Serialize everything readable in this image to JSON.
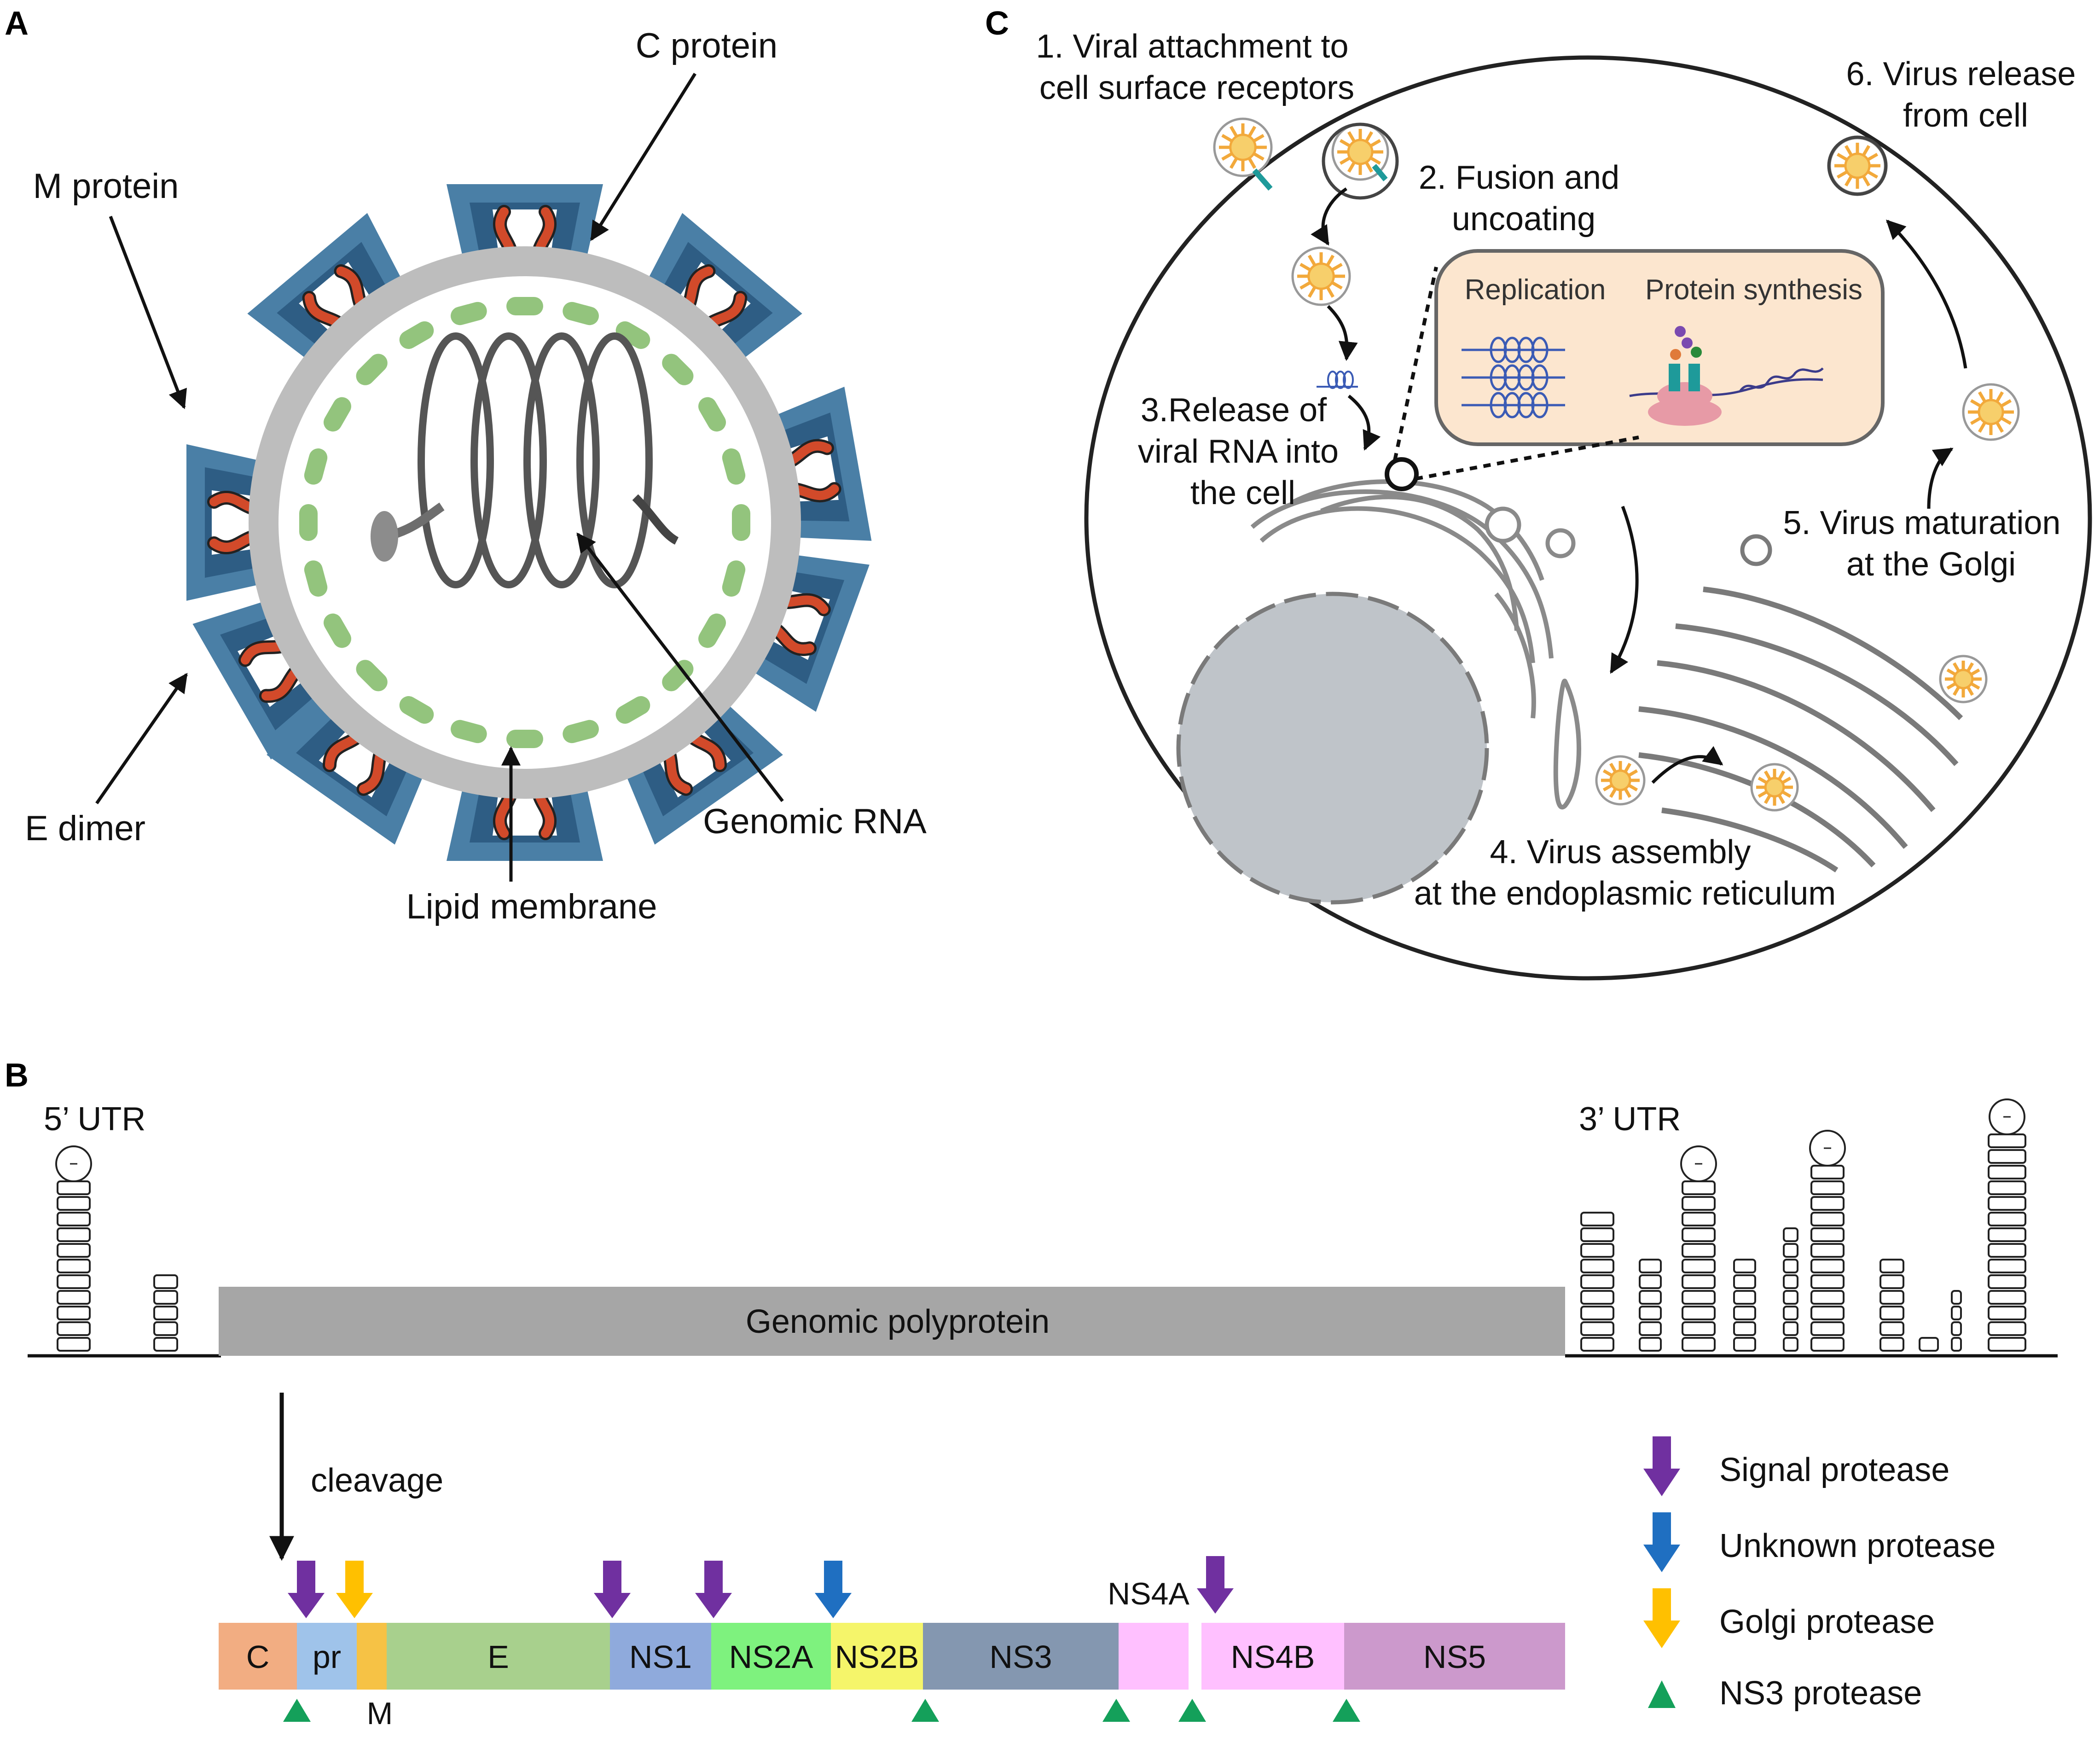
{
  "panel_a": {
    "letter": "A",
    "labels": {
      "c_protein": "C protein",
      "m_protein": "M protein",
      "e_dimer": "E dimer",
      "lipid_membrane": "Lipid membrane",
      "genomic_rna": "Genomic RNA"
    },
    "colors": {
      "e_protein": "#4a7fa6",
      "e_protein_dark": "#2e5d84",
      "m_protein": "#d24a2a",
      "membrane": "#bdbdbd",
      "capsid": "#93c47d",
      "rna": "#6e6e6e"
    }
  },
  "panel_b": {
    "letter": "B",
    "utr5": "5’ UTR",
    "utr3": "3’ UTR",
    "polyprotein": "Genomic polyprotein",
    "cleavage": "cleavage",
    "ns4a": "NS4A",
    "m_label": "M",
    "segments": [
      {
        "label": "C",
        "color": "#f2ad82"
      },
      {
        "label": "pr",
        "color": "#9fc3ea"
      },
      {
        "label": "",
        "color": "#f6c245"
      },
      {
        "label": "E",
        "color": "#a8d08d"
      },
      {
        "label": "NS1",
        "color": "#8faadc"
      },
      {
        "label": "NS2A",
        "color": "#7ef27e"
      },
      {
        "label": "NS2B",
        "color": "#f5f56a"
      },
      {
        "label": "NS3",
        "color": "#8497b0"
      },
      {
        "label": "",
        "color": "#ffc0ff"
      },
      {
        "label": "NS4B",
        "color": "#ffc0ff"
      },
      {
        "label": "NS5",
        "color": "#cc99cc"
      }
    ],
    "legend": [
      {
        "label": "Signal protease",
        "color": "#7030a0"
      },
      {
        "label": "Unknown protease",
        "color": "#1f6fc1"
      },
      {
        "label": "Golgi protease",
        "color": "#ffc000"
      },
      {
        "label": "NS3 protease",
        "color": "#14a05a"
      }
    ]
  },
  "panel_c": {
    "letter": "C",
    "step1": [
      "1. Viral attachment to",
      "cell surface receptors"
    ],
    "step2": [
      "2. Fusion and",
      "uncoating"
    ],
    "step3": [
      "3.Release of",
      "viral RNA into",
      "the cell"
    ],
    "step4": [
      "4. Virus assembly",
      "at the endoplasmic reticulum"
    ],
    "step5": [
      "5. Virus maturation",
      "at the Golgi"
    ],
    "step6": [
      "6. Virus release",
      "from cell"
    ],
    "inset_replication": "Replication",
    "inset_protein_synthesis": "Protein synthesis",
    "colors": {
      "nucleus": "#bfc4c9",
      "inset_bg": "#fce6cf",
      "virion": "#f2a93b"
    }
  }
}
